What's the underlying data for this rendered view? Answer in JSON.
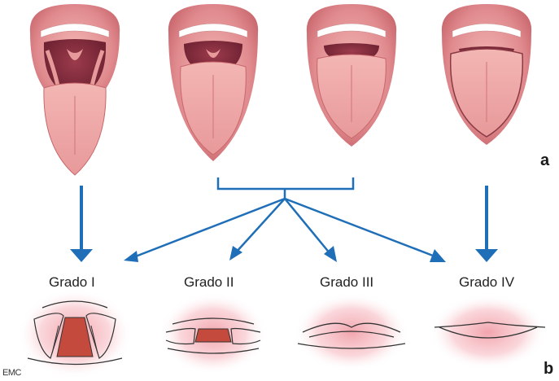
{
  "panels": {
    "a": "a",
    "b": "b"
  },
  "grades": [
    {
      "label": "Grado I"
    },
    {
      "label": "Grado II"
    },
    {
      "label": "Grado III"
    },
    {
      "label": "Grado IV"
    }
  ],
  "credit": "EMC",
  "colors": {
    "arrow": "#1f6fb8",
    "lip": "#e08a8e",
    "lip_dark": "#c8666c",
    "tongue": "#f0aaa8",
    "throat": "#b05a68",
    "teeth": "#ffffff",
    "glow": "#e85a6a",
    "cords": "#c44a3e"
  }
}
